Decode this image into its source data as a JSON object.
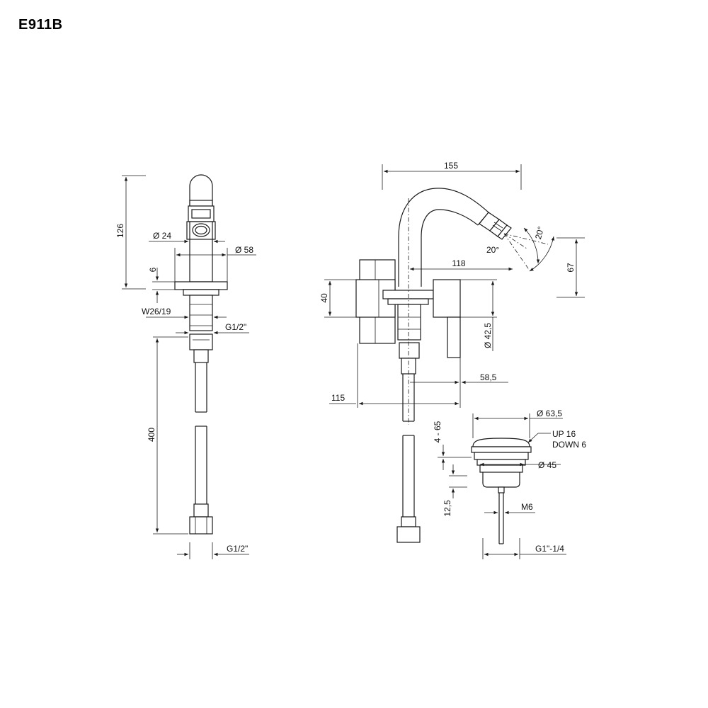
{
  "title": "E911B",
  "side_view": {
    "height_total": "126",
    "spout_diameter": "Ø 24",
    "base_diameter": "Ø 58",
    "base_thickness": "6",
    "thread_shank": "W26/19",
    "inlet_thread_top": "G1/2\"",
    "hose_length": "400",
    "inlet_thread_bottom": "G1/2\""
  },
  "front_view": {
    "spout_reach_total": "155",
    "spout_reach": "118",
    "angle_upper": "20°",
    "angle_lower": "20°",
    "outlet_height": "67",
    "body_height": "40",
    "handle_diameter": "Ø 42,5",
    "handle_offset": "58,5",
    "lever_depth": "115"
  },
  "waste_view": {
    "cap_diameter": "Ø 63,5",
    "stroke_up": "UP 16",
    "stroke_down": "DOWN 6",
    "adjust_range": "4 - 65",
    "flange_diameter": "Ø 45",
    "body_offset": "12,5",
    "rod_thread": "M6",
    "tail_thread": "G1\"-1/4"
  }
}
